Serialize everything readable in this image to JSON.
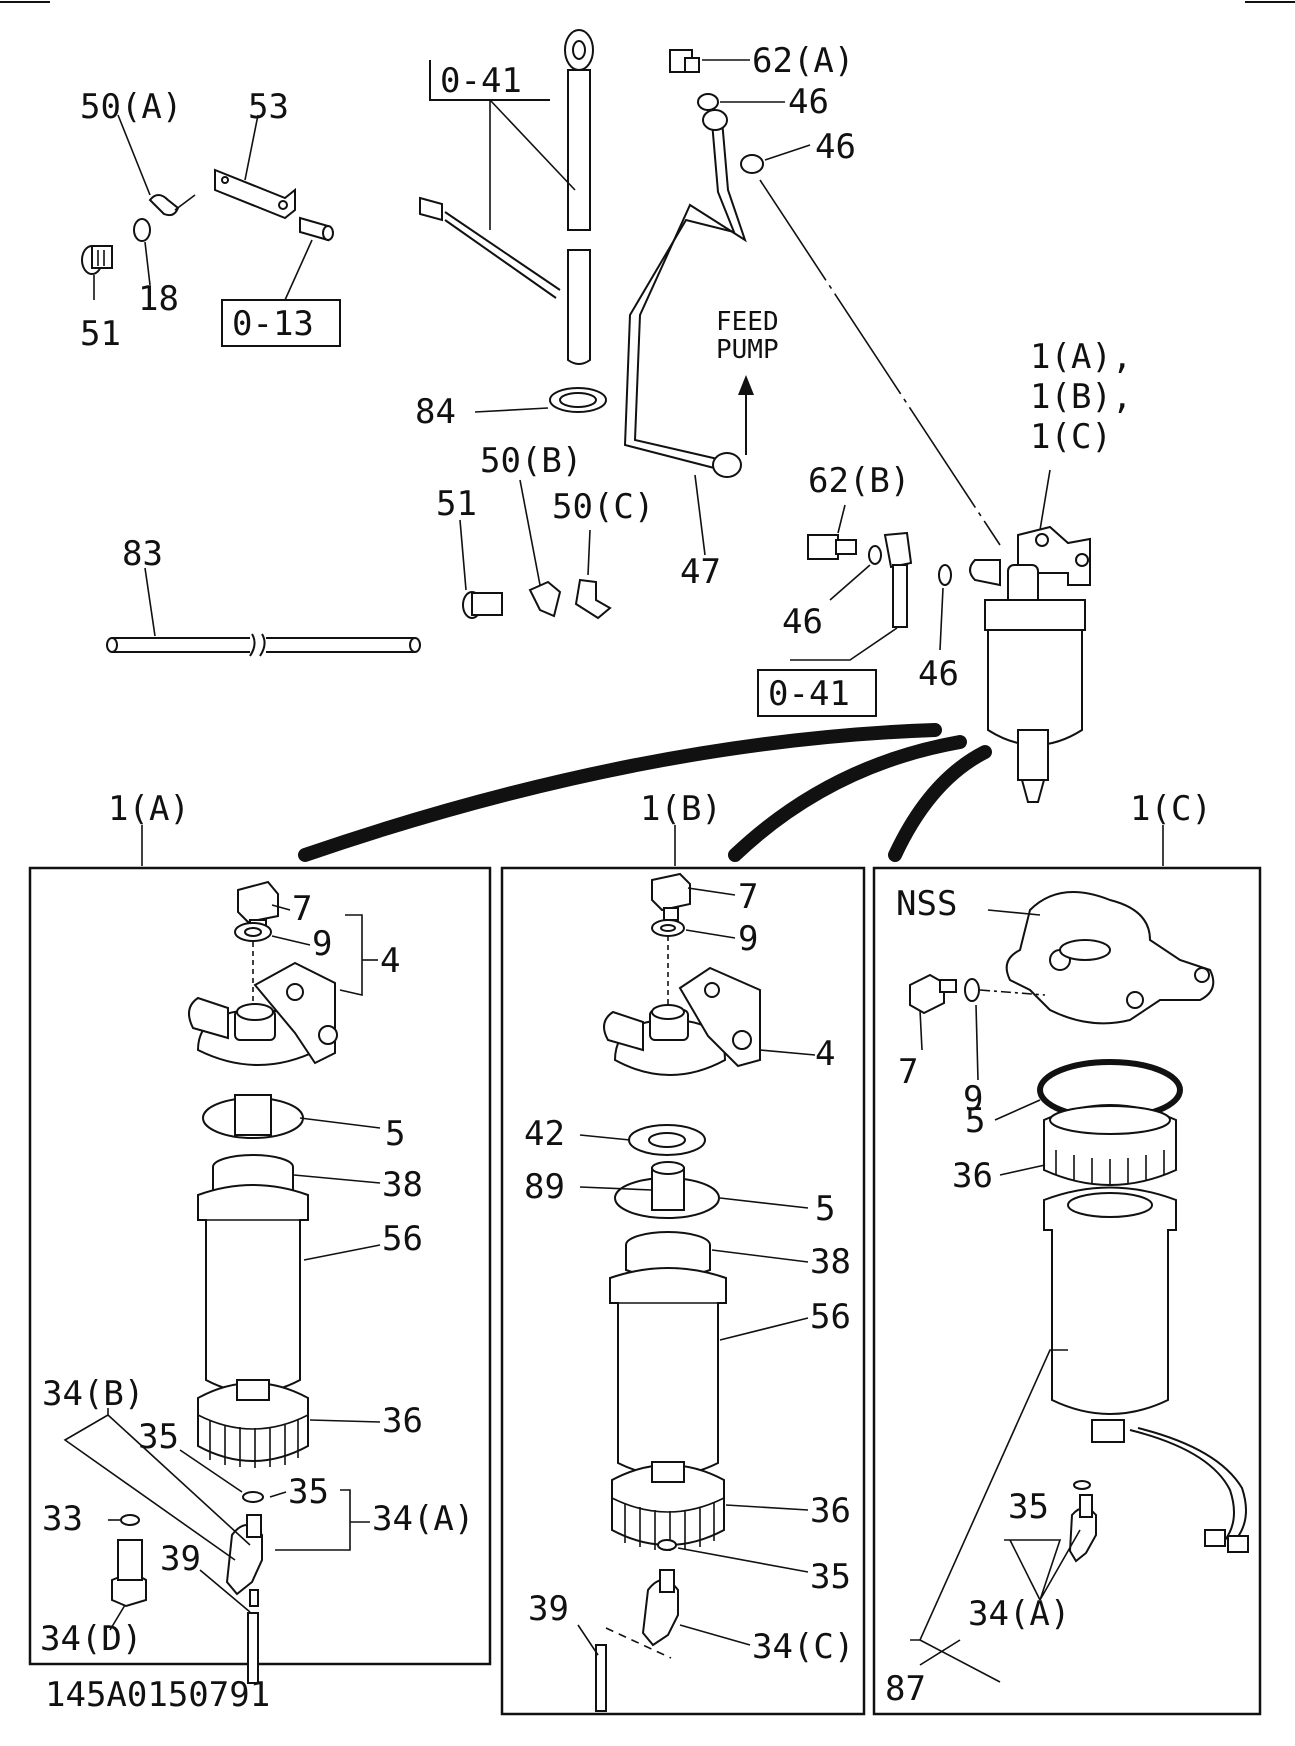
{
  "labels": {
    "l_50A": "50(A)",
    "l_53": "53",
    "l_51_top": "51",
    "l_18": "18",
    "l_013": "0-13",
    "l_041_top": "0-41",
    "l_84": "84",
    "l_62A": "62(A)",
    "l_46_a": "46",
    "l_46_b": "46",
    "l_feed": "FEED",
    "l_pump": "PUMP",
    "l_1abc_1": "1(A),",
    "l_1abc_2": "1(B),",
    "l_1abc_3": "1(C)",
    "l_50B": "50(B)",
    "l_51_mid": "51",
    "l_50C": "50(C)",
    "l_47": "47",
    "l_62B": "62(B)",
    "l_46_c": "46",
    "l_46_d": "46",
    "l_041_mid": "0-41",
    "l_83": "83",
    "l_1A": "1(A)",
    "l_1B": "1(B)",
    "l_1C": "1(C)",
    "a_7": "7",
    "a_9": "9",
    "a_4": "4",
    "a_5": "5",
    "a_38": "38",
    "a_56": "56",
    "a_34B": "34(B)",
    "a_36": "36",
    "a_35a": "35",
    "a_35b": "35",
    "a_33": "33",
    "a_34A": "34(A)",
    "a_39": "39",
    "a_34D": "34(D)",
    "b_7": "7",
    "b_9": "9",
    "b_4": "4",
    "b_42": "42",
    "b_89": "89",
    "b_5": "5",
    "b_38": "38",
    "b_56": "56",
    "b_36": "36",
    "b_35": "35",
    "b_39": "39",
    "b_34C": "34(C)",
    "c_nss": "NSS",
    "c_7": "7",
    "c_9": "9",
    "c_5": "5",
    "c_36": "36",
    "c_35": "35",
    "c_34A": "34(A)",
    "c_87": "87"
  },
  "diagram_id": "145A0150791"
}
